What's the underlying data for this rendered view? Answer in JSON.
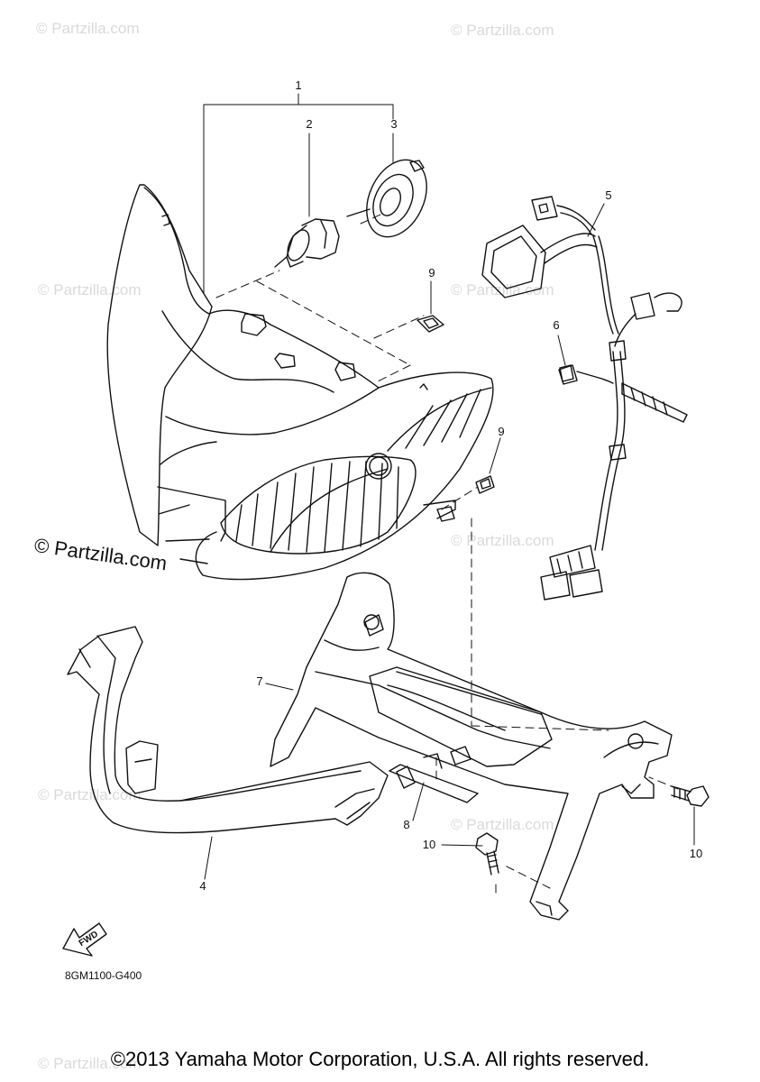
{
  "callouts": {
    "c1": "1",
    "c2": "2",
    "c3": "3",
    "c4": "4",
    "c5": "5",
    "c6": "6",
    "c7": "7",
    "c8": "8",
    "c9a": "9",
    "c9b": "9",
    "c10a": "10",
    "c10b": "10"
  },
  "watermark": {
    "text": "© Partzilla.com",
    "main_text": "© Partzilla.com"
  },
  "fwd_label": "FWD",
  "diagram_code": "8GM1100-G400",
  "copyright": "©2013 Yamaha Motor Corporation, U.S.A. All rights reserved."
}
